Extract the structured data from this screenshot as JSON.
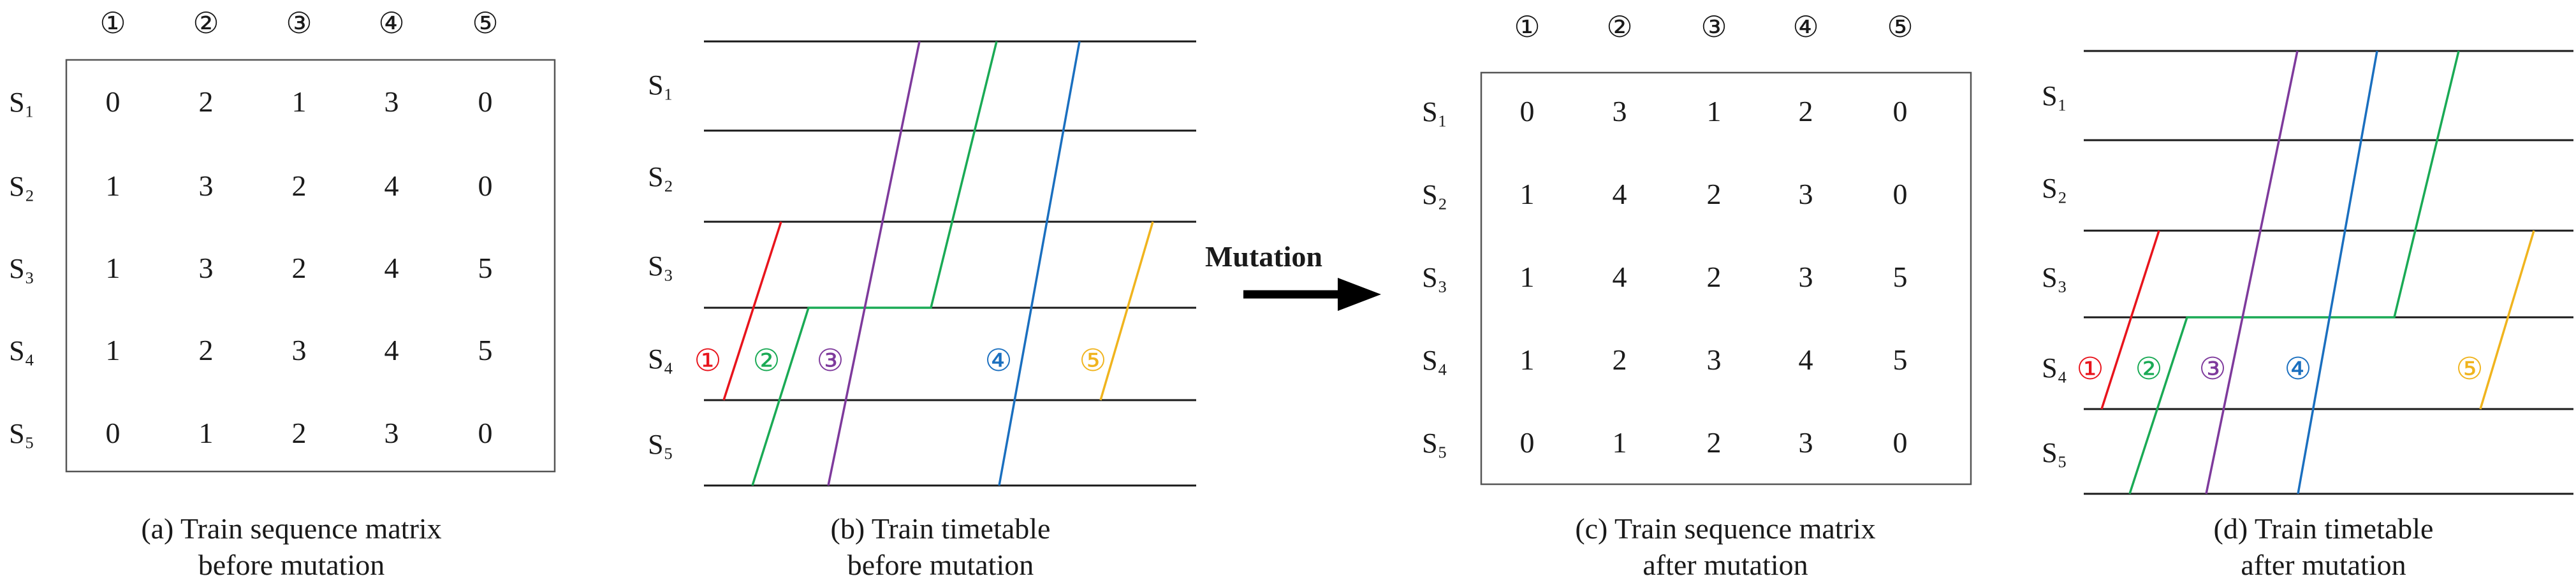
{
  "panel_a": {
    "column_headers": [
      "①",
      "②",
      "③",
      "④",
      "⑤"
    ],
    "row_labels": [
      "S₁",
      "S₂",
      "S₃",
      "S₄",
      "S₅"
    ],
    "matrix": [
      [
        "0",
        "2",
        "1",
        "3",
        "0"
      ],
      [
        "1",
        "3",
        "2",
        "4",
        "0"
      ],
      [
        "1",
        "3",
        "2",
        "4",
        "5"
      ],
      [
        "1",
        "2",
        "3",
        "4",
        "5"
      ],
      [
        "0",
        "1",
        "2",
        "3",
        "0"
      ]
    ],
    "caption_line1": "(a) Train sequence matrix",
    "caption_line2": "before mutation"
  },
  "panel_b": {
    "station_labels": [
      "S₁",
      "S₂",
      "S₃",
      "S₄",
      "S₅"
    ],
    "train_labels": [
      "①",
      "②",
      "③",
      "④",
      "⑤"
    ],
    "caption_line1": "(b) Train timetable",
    "caption_line2": "before mutation"
  },
  "arrow": {
    "label": "Mutation"
  },
  "panel_c": {
    "column_headers": [
      "①",
      "②",
      "③",
      "④",
      "⑤"
    ],
    "row_labels": [
      "S₁",
      "S₂",
      "S₃",
      "S₄",
      "S₅"
    ],
    "matrix": [
      [
        "0",
        "3",
        "1",
        "2",
        "0"
      ],
      [
        "1",
        "4",
        "2",
        "3",
        "0"
      ],
      [
        "1",
        "4",
        "2",
        "3",
        "5"
      ],
      [
        "1",
        "2",
        "3",
        "4",
        "5"
      ],
      [
        "0",
        "1",
        "2",
        "3",
        "0"
      ]
    ],
    "caption_line1": "(c) Train sequence matrix",
    "caption_line2": "after mutation"
  },
  "panel_d": {
    "station_labels": [
      "S₁",
      "S₂",
      "S₃",
      "S₄",
      "S₅"
    ],
    "train_labels": [
      "①",
      "②",
      "③",
      "④",
      "⑤"
    ],
    "caption_line1": "(d) Train timetable",
    "caption_line2": "after mutation"
  },
  "colors": {
    "train_1": "#e8141c",
    "train_2": "#1aaa55",
    "train_3": "#7e3a9c",
    "train_4": "#1a6fbf",
    "train_5": "#f0b41e",
    "lines": "#1a1a1a"
  }
}
